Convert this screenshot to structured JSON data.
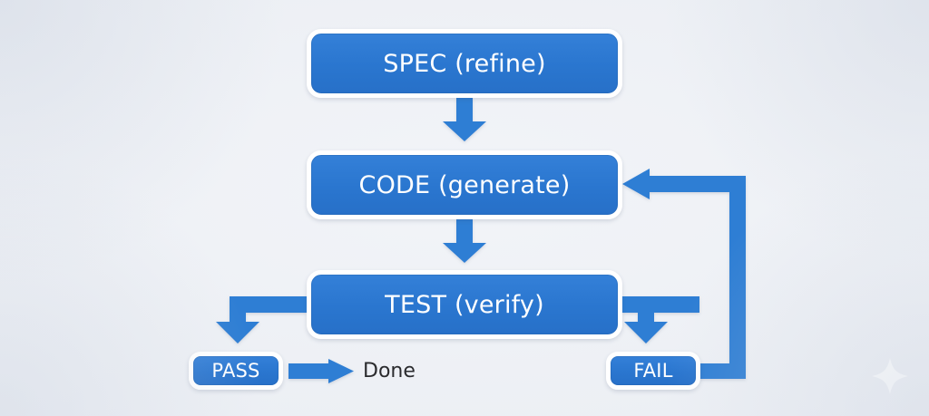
{
  "diagram": {
    "title": "SPEC CODE TEST loop",
    "background_color": "#eceff4",
    "node_fill_color": "#2a76cf",
    "node_text_color": "#ffffff",
    "edge_color": "#2e7ed4",
    "plain_text_color": "#2b2b2e",
    "nodes": [
      {
        "id": "spec",
        "label": "SPEC (refine)",
        "shape": "rounded-rect",
        "size": "large"
      },
      {
        "id": "code",
        "label": "CODE (generate)",
        "shape": "rounded-rect",
        "size": "large"
      },
      {
        "id": "test",
        "label": "TEST (verify)",
        "shape": "rounded-rect",
        "size": "large"
      },
      {
        "id": "pass",
        "label": "PASS",
        "shape": "rounded-rect",
        "size": "small"
      },
      {
        "id": "fail",
        "label": "FAIL",
        "shape": "rounded-rect",
        "size": "small"
      }
    ],
    "plain_labels": [
      {
        "id": "done",
        "label": "Done"
      }
    ],
    "edges": [
      {
        "from": "spec",
        "to": "code",
        "label": "",
        "style": "straight-down-arrow"
      },
      {
        "from": "code",
        "to": "test",
        "label": "",
        "style": "straight-down-arrow"
      },
      {
        "from": "test",
        "to": "pass",
        "label": "",
        "style": "elbow-left-down-arrow"
      },
      {
        "from": "test",
        "to": "fail",
        "label": "",
        "style": "elbow-right-down-arrow"
      },
      {
        "from": "pass",
        "to": "done",
        "label": "",
        "style": "straight-right-arrow"
      },
      {
        "from": "fail",
        "to": "code",
        "label": "",
        "style": "feedback-loop-right-up-left-arrow"
      }
    ],
    "decorations": [
      {
        "id": "sparkle",
        "icon": "sparkle-icon"
      }
    ]
  }
}
